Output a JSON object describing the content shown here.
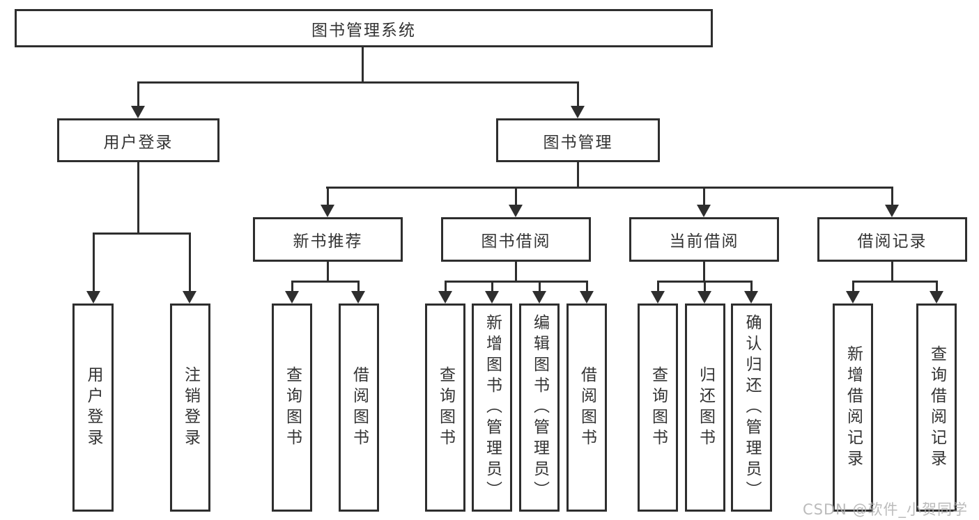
{
  "diagram": {
    "title_node": {
      "label": "图书管理系统"
    },
    "level2": [
      {
        "label": "用户登录"
      },
      {
        "label": "图书管理"
      }
    ],
    "level3": [
      {
        "label": "新书推荐"
      },
      {
        "label": "图书借阅"
      },
      {
        "label": "当前借阅"
      },
      {
        "label": "借阅记录"
      }
    ],
    "leaves": {
      "user_login": [
        "用户登录",
        "注销登录"
      ],
      "new_book": [
        "查询图书",
        "借阅图书"
      ],
      "book_borrow": [
        "查询图书",
        "新增图书（管理员）",
        "编辑图书（管理员）",
        "借阅图书"
      ],
      "current_borrow": [
        "查询图书",
        "归还图书",
        "确认归还（管理员）"
      ],
      "borrow_record": [
        "新增借阅记录",
        "查询借阅记录"
      ]
    },
    "watermark": "CSDN @软件_小贺同学",
    "colors": {
      "line": "#2e2e2e",
      "text": "#333333",
      "background": "#ffffff",
      "watermark": "#b0b0b0"
    }
  }
}
